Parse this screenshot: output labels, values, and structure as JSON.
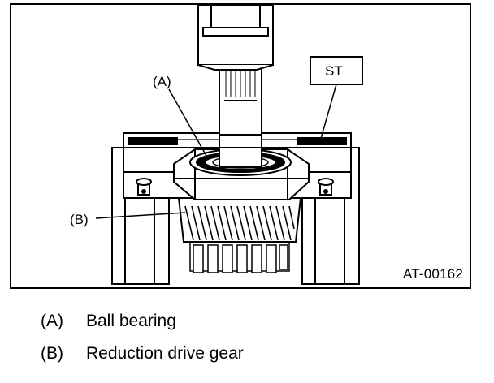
{
  "figure": {
    "figure_id": "AT-00162",
    "callouts": {
      "a": "(A)",
      "b": "(B)",
      "st": "ST"
    }
  },
  "legend": [
    {
      "key": "(A)",
      "label": "Ball bearing"
    },
    {
      "key": "(B)",
      "label": "Reduction drive gear"
    }
  ]
}
